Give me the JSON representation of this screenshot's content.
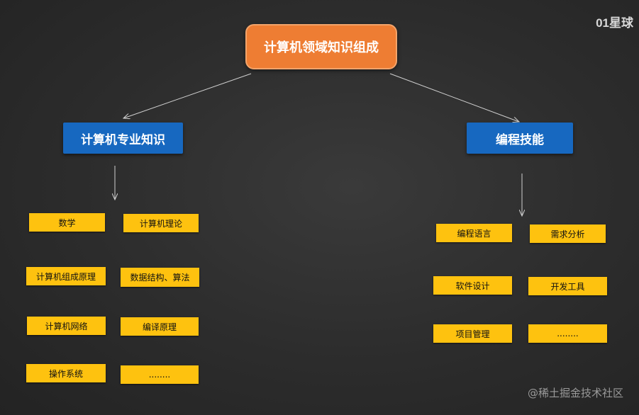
{
  "brand": "01星球",
  "watermark": "@稀土掘金技术社区",
  "root": "计算机领域知识组成",
  "branches": {
    "left": "计算机专业知识",
    "right": "编程技能"
  },
  "left_items": [
    "数学",
    "计算机理论",
    "计算机组成原理",
    "数据结构、算法",
    "计算机网络",
    "编译原理",
    "操作系统",
    "........"
  ],
  "right_items": [
    "编程语言",
    "需求分析",
    "软件设计",
    "开发工具",
    "项目管理",
    "........"
  ],
  "colors": {
    "root": "#ee7d33",
    "branch": "#1768c0",
    "leaf": "#fec20f",
    "background": "#2c2c2c"
  }
}
